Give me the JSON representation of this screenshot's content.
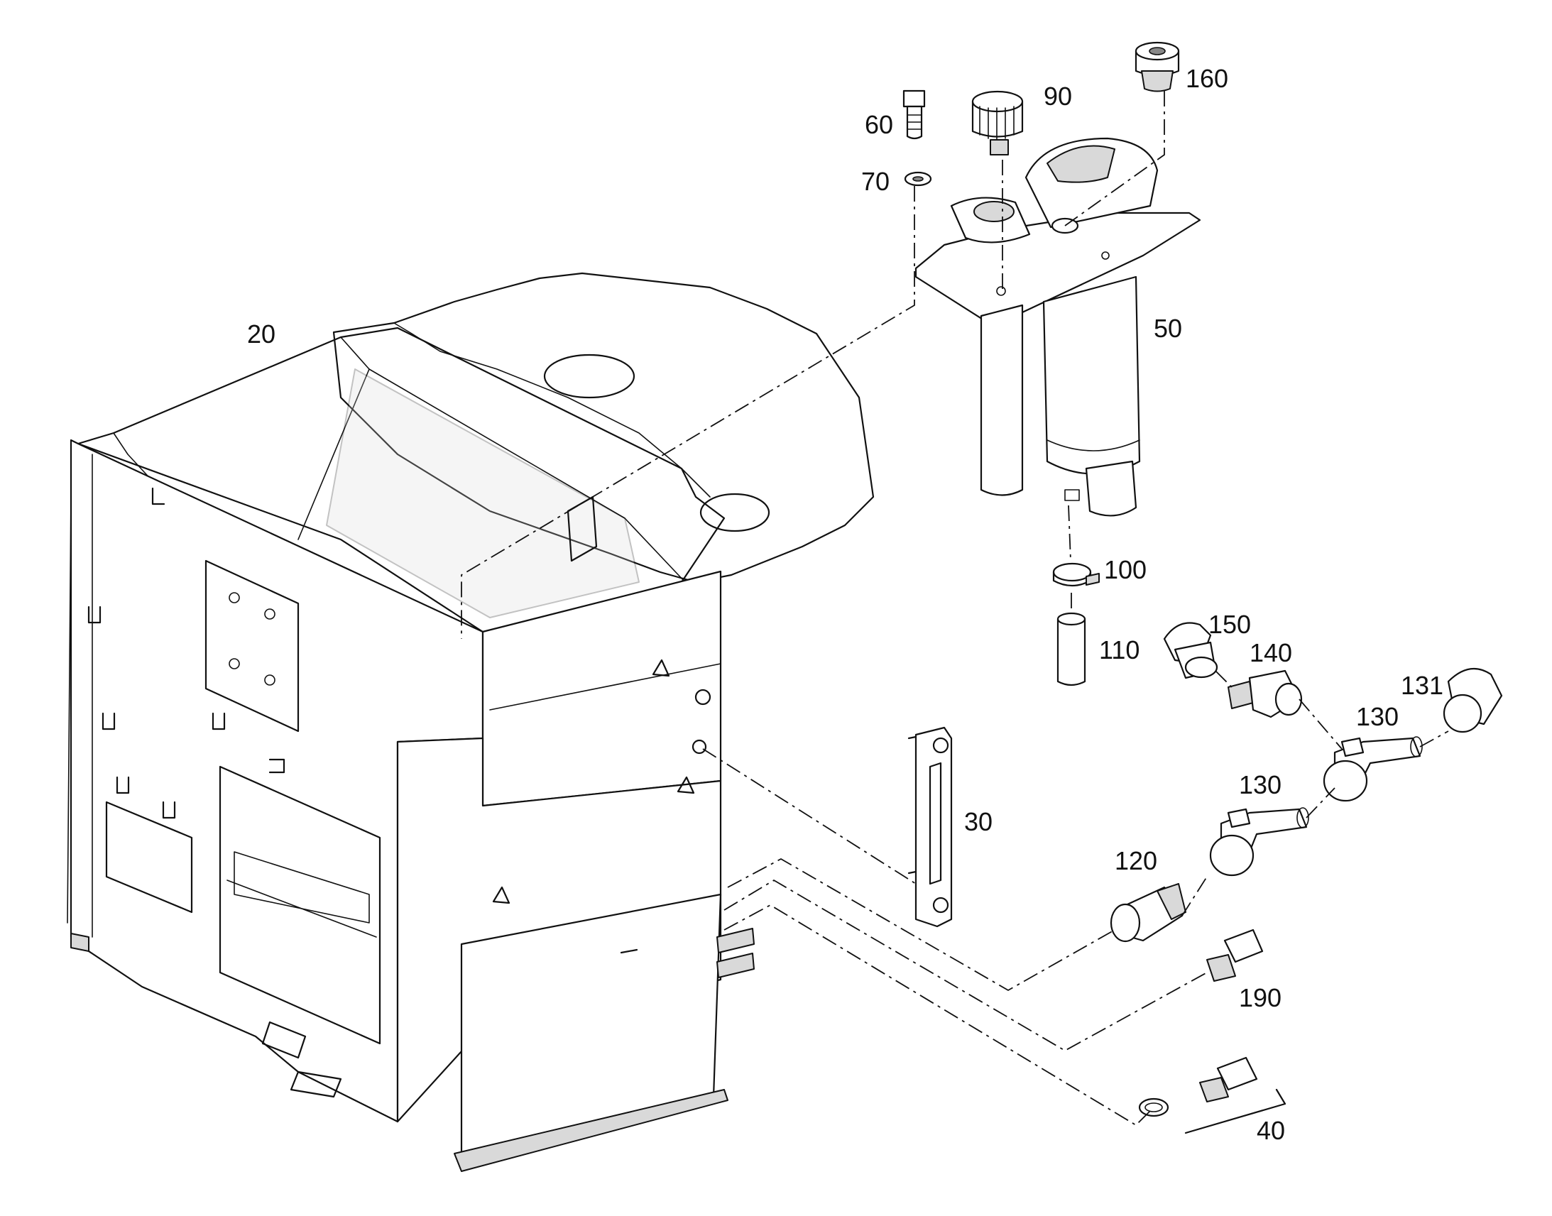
{
  "labels": {
    "p20": "20",
    "p30": "30",
    "p40": "40",
    "p50": "50",
    "p60": "60",
    "p70": "70",
    "p90": "90",
    "p100": "100",
    "p110": "110",
    "p120": "120",
    "p130a": "130",
    "p130b": "130",
    "p131": "131",
    "p140": "140",
    "p150": "150",
    "p160": "160",
    "p190": "190"
  }
}
